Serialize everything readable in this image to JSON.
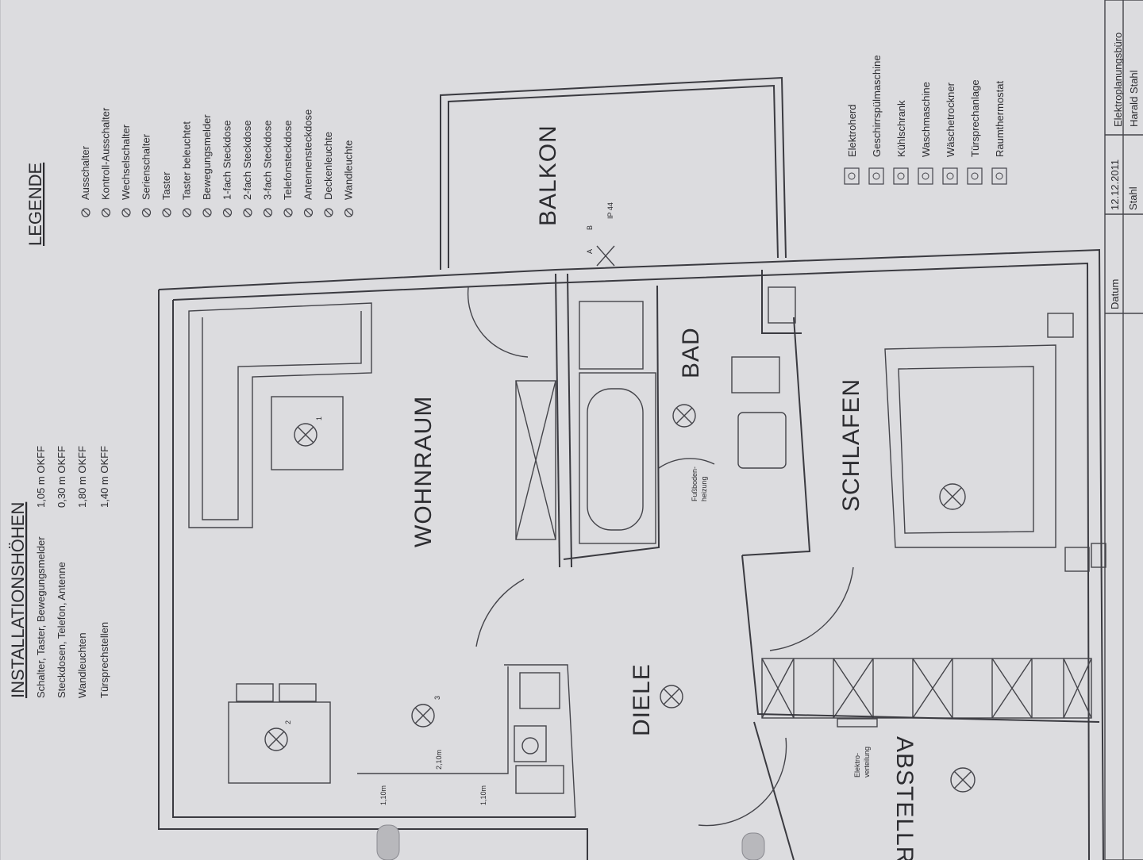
{
  "installation_heights": {
    "title": "INSTALLATIONSHÖHEN",
    "rows": [
      {
        "label": "Schalter, Taster, Bewegungsmelder",
        "value": "1,05 m OKFF"
      },
      {
        "label": "Steckdosen, Telefon, Antenne",
        "value": "0,30 m OKFF"
      },
      {
        "label": "Wandleuchten",
        "value": "1,80 m OKFF"
      },
      {
        "label": "Türsprechstellen",
        "value": "1,40 m OKFF"
      }
    ]
  },
  "legend": {
    "title": "LEGENDE",
    "items": [
      {
        "icon": "ausschalter-icon",
        "label": "Ausschalter"
      },
      {
        "icon": "kontroll-ausschalter-icon",
        "label": "Kontroll-Ausschalter"
      },
      {
        "icon": "wechselschalter-icon",
        "label": "Wechselschalter"
      },
      {
        "icon": "serienschalter-icon",
        "label": "Serienschalter"
      },
      {
        "icon": "taster-icon",
        "label": "Taster"
      },
      {
        "icon": "taster-beleuchtet-icon",
        "label": "Taster beleuchtet"
      },
      {
        "icon": "bewegungsmelder-icon",
        "label": "Bewegungsmelder"
      },
      {
        "icon": "steckdose-1fach-icon",
        "label": "1-fach Steckdose"
      },
      {
        "icon": "steckdose-2fach-icon",
        "label": "2-fach Steckdose"
      },
      {
        "icon": "steckdose-3fach-icon",
        "label": "3-fach Steckdose"
      },
      {
        "icon": "telefonsteckdose-icon",
        "label": "Telefonsteckdose"
      },
      {
        "icon": "antennensteckdose-icon",
        "label": "Antennensteckdose"
      },
      {
        "icon": "deckenleuchte-icon",
        "label": "Deckenleuchte"
      },
      {
        "icon": "wandleuchte-icon",
        "label": "Wandleuchte"
      }
    ]
  },
  "appliances": {
    "items": [
      {
        "icon": "elektroherd-icon",
        "label": "Elektroherd"
      },
      {
        "icon": "geschirrspuelmaschine-icon",
        "label": "Geschirrspülmaschine"
      },
      {
        "icon": "kuehlschrank-icon",
        "label": "Kühlschrank"
      },
      {
        "icon": "waschmaschine-icon",
        "label": "Waschmaschine"
      },
      {
        "icon": "waeschetrockner-icon",
        "label": "Wäschetrockner"
      },
      {
        "icon": "tuersprechanlage-icon",
        "label": "Türsprechanlage"
      },
      {
        "icon": "raumthermostat-icon",
        "label": "Raumthermostat"
      }
    ]
  },
  "title_block": {
    "date_label": "Datum",
    "date_value": "12.12.2011",
    "author_short": "Stahl",
    "company": "Elektroplanungsbüro",
    "person": "Harald Stahl"
  },
  "rooms": {
    "wohnraum": "WOHNRAUM",
    "balkon": "BALKON",
    "bad": "BAD",
    "schlafen": "SCHLAFEN",
    "diele": "DIELE",
    "abstell": "ABSTELLR."
  },
  "annotations": {
    "ip44": "IP 44",
    "fussboden": [
      "Fußboden-",
      "heizung"
    ],
    "elektro": [
      "Elektro-",
      "verteilung"
    ],
    "h210": "2,10m",
    "h110a": "1,10m",
    "h110b": "1,10m",
    "a": "A",
    "b": "B",
    "n1": "1",
    "n2": "2",
    "n3": "3"
  },
  "colors": {
    "paper": "#dcdcdf",
    "ink": "#2c2c30"
  }
}
